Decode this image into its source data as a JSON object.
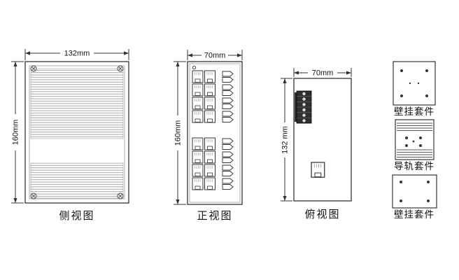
{
  "side_view": {
    "label": "侧视图",
    "width_dim": "132mm",
    "height_dim": "160mm"
  },
  "front_view": {
    "label": "正视图",
    "width_dim": "70mm",
    "height_dim": "160mm"
  },
  "top_view": {
    "label": "俯视图",
    "width_dim": "70mm",
    "height_dim": "132 mm"
  },
  "kits": {
    "wall_top": {
      "label": "壁挂套件"
    },
    "din_rail": {
      "label": "导轨套件"
    },
    "wall_bottom": {
      "label": "壁挂套件"
    }
  }
}
